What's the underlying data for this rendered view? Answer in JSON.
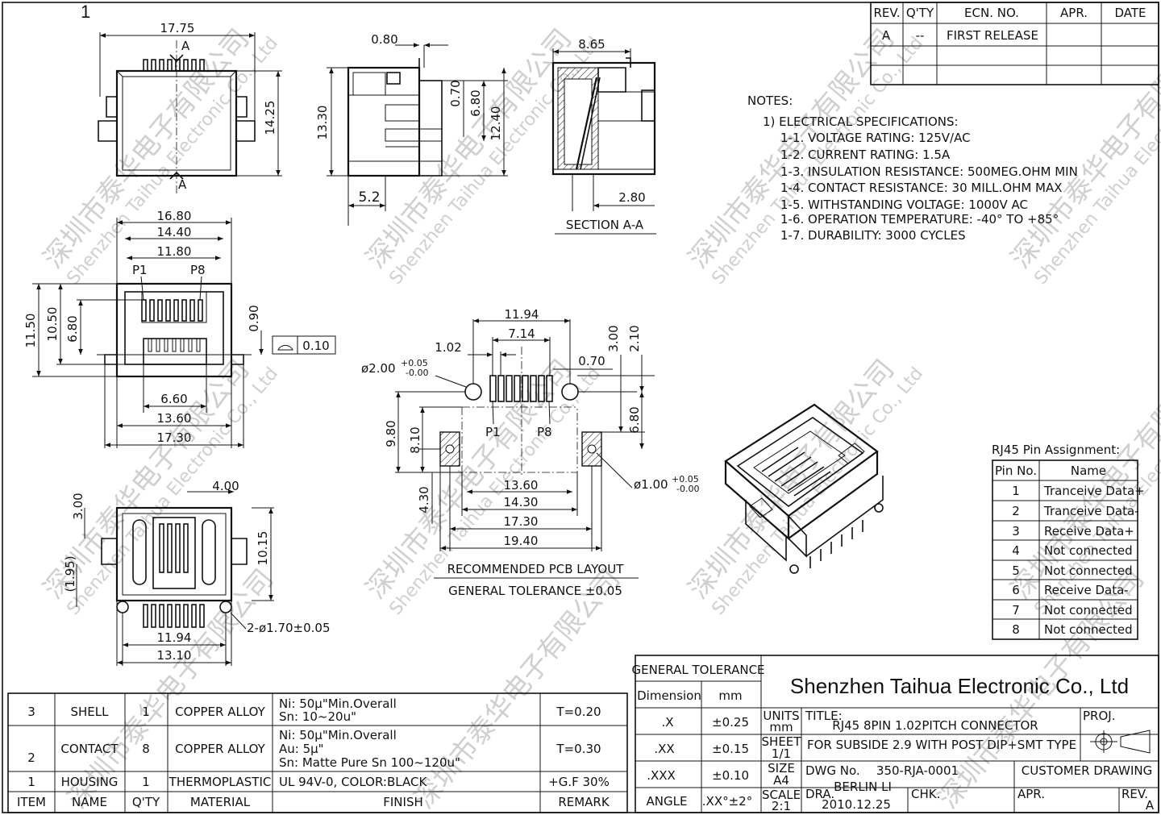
{
  "sheet_number": "1",
  "revision_table": {
    "headers": [
      "REV.",
      "Q'TY",
      "ECN. NO.",
      "APR.",
      "DATE"
    ],
    "rows": [
      [
        "A",
        "--",
        "FIRST RELEASE",
        "",
        ""
      ],
      [
        "",
        "",
        "",
        "",
        ""
      ],
      [
        "",
        "",
        "",
        "",
        ""
      ]
    ]
  },
  "notes": {
    "title": "NOTES:",
    "lines": [
      "1)  ELECTRICAL SPECIFICATIONS:",
      "1-1. VOLTAGE RATING: 125V/AC",
      "1-2. CURRENT RATING: 1.5A",
      "1-3. INSULATION RESISTANCE: 500MEG.OHM MIN",
      "1-4. CONTACT RESISTANCE: 30 MILL.OHM MAX",
      "1-5. WITHSTANDING VOLTAGE: 1000V AC",
      "1-6. OPERATION TEMPERATURE: -40° TO +85°",
      "1-7. DURABILITY: 3000 CYCLES"
    ]
  },
  "pin_assignment": {
    "title": "RJ45 Pin Assignment:",
    "headers": [
      "Pin No.",
      "Name"
    ],
    "rows": [
      [
        "1",
        "Tranceive Data+"
      ],
      [
        "2",
        "Tranceive Data-"
      ],
      [
        "3",
        "Receive Data+"
      ],
      [
        "4",
        "Not connected"
      ],
      [
        "5",
        "Not connected"
      ],
      [
        "6",
        "Receive Data-"
      ],
      [
        "7",
        "Not connected"
      ],
      [
        "8",
        "Not connected"
      ]
    ]
  },
  "views": {
    "section_label": "SECTION A-A",
    "cut_marker": "A",
    "pcb_title": "RECOMMENDED PCB LAYOUT",
    "pcb_tolerance": "GENERAL TOLERANCE ±0.05",
    "pin_p1": "P1",
    "pin_p8": "P8",
    "flatness_value": "0.10"
  },
  "dimensions": {
    "top_width": "17.75",
    "top_height": "14.25",
    "side_tab": "0.80",
    "side_height": "13.30",
    "side_d1": "0.70",
    "side_d2": "6.80",
    "side_d3": "12.40",
    "side_bottom": "5.2",
    "sec_width": "8.65",
    "sec_bottom": "2.80",
    "front_w1": "16.80",
    "front_w2": "14.40",
    "front_w3": "11.80",
    "front_h1": "11.50",
    "front_h2": "10.50",
    "front_h3": "6.80",
    "front_d": "0.90",
    "front_w4": "6.60",
    "front_w5": "13.60",
    "front_w6": "17.30",
    "bottom_d1": "4.00",
    "bottom_d2": "3.00",
    "bottom_d3": "10.15",
    "bottom_d4": "(1.95)",
    "bottom_holes": "2-ø1.70±0.05",
    "bottom_w1": "11.94",
    "bottom_w2": "13.10",
    "pcb_w1": "11.94",
    "pcb_w2": "7.14",
    "pcb_pitch": "1.02",
    "pcb_hole_main": "ø2.00",
    "pcb_hole_main_tol_plus": "+0.05",
    "pcb_hole_main_tol_minus": "-0.00",
    "pcb_d1": "0.70",
    "pcb_d2": "3.00",
    "pcb_d3": "2.10",
    "pcb_d4": "6.80",
    "pcb_h1": "9.80",
    "pcb_h2": "8.10",
    "pcb_h3": "4.30",
    "pcb_hole_post": "ø1.00",
    "pcb_hole_post_tol_plus": "+0.05",
    "pcb_hole_post_tol_minus": "-0.00",
    "pcb_w3": "13.60",
    "pcb_w4": "14.30",
    "pcb_w5": "17.30",
    "pcb_w6": "19.40"
  },
  "bom": {
    "headers": [
      "ITEM",
      "NAME",
      "Q'TY",
      "MATERIAL",
      "FINISH",
      "REMARK"
    ],
    "rows": [
      {
        "item": "3",
        "name": "SHELL",
        "qty": "1",
        "material": "COPPER ALLOY",
        "finish": [
          "Ni: 50μ\"Min.Overall",
          "Sn: 10~20u\""
        ],
        "remark": "T=0.20"
      },
      {
        "item": "2",
        "name": "CONTACT",
        "qty": "8",
        "material": "COPPER ALLOY",
        "finish": [
          "Ni: 50μ\"Min.Overall",
          "Au: 5μ\"",
          "Sn: Matte Pure Sn 100~120u\""
        ],
        "remark": "T=0.30"
      },
      {
        "item": "1",
        "name": "HOUSING",
        "qty": "1",
        "material": "THERMOPLASTIC",
        "finish": [
          "UL 94V-0, COLOR:BLACK"
        ],
        "remark": "+G.F 30%"
      }
    ]
  },
  "title_block": {
    "general_tolerance": "GENERAL TOLERANCE",
    "dimension_label": "Dimension",
    "unit_label": "mm",
    "tolerances": [
      [
        ".X",
        "±0.25"
      ],
      [
        ".XX",
        "±0.15"
      ],
      [
        ".XXX",
        "±0.10"
      ],
      [
        "ANGLE",
        ".XX°±2°"
      ]
    ],
    "company": "Shenzhen Taihua Electronic Co., Ltd",
    "units_label": "UNITS",
    "units_value": "mm",
    "sheet_label": "SHEET",
    "sheet_value": "1/1",
    "size_label": "SIZE",
    "size_value": "A4",
    "scale_label": "SCALE",
    "scale_value": "2:1",
    "title_label": "TITLE:",
    "title_line1": "RJ45 8PIN 1.02PITCH CONNECTOR",
    "title_line2": "FOR SUBSIDE 2.9 WITH POST DIP+SMT TYPE",
    "proj_label": "PROJ.",
    "dwg_label": "DWG No.",
    "dwg_value": "350-RJA-0001",
    "customer_drawing": "CUSTOMER DRAWING",
    "dra_label": "DRA.",
    "dra_value": "BERLIN LI",
    "date_value": "2010.12.25",
    "chk_label": "CHK.",
    "apr_label": "APR.",
    "rev_label": "REV.",
    "rev_value": "A"
  },
  "watermark": {
    "cn": "深圳市泰华电子有限公司",
    "en": "Shenzhen Taihua Electronic Co., Ltd"
  }
}
